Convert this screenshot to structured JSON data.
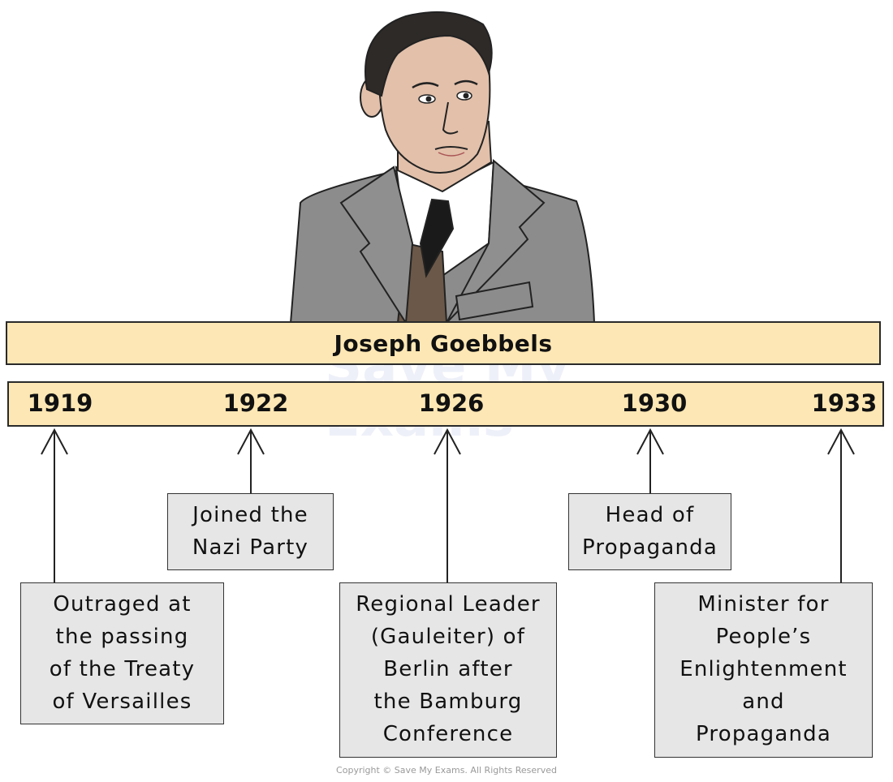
{
  "title": "Joseph Goebbels",
  "timeline": [
    {
      "year": "1919",
      "event": "Outraged at\nthe passing\nof the Treaty\nof Versailles"
    },
    {
      "year": "1922",
      "event": "Joined the\nNazi Party"
    },
    {
      "year": "1926",
      "event": "Regional Leader\n(Gauleiter) of\nBerlin after\nthe Bamburg\nConference"
    },
    {
      "year": "1930",
      "event": "Head of\nPropaganda"
    },
    {
      "year": "1933",
      "event": "Minister for\nPeople’s\nEnlightenment\nand\nPropaganda"
    }
  ],
  "watermark": "Save My\nExams",
  "copyright": "Copyright © Save My Exams. All Rights Reserved",
  "colors": {
    "bar_fill": "#fde7b4",
    "event_box_fill": "#e6e6e6",
    "suit": "#8c8c8c",
    "skin": "#e2c0aa",
    "hair": "#2e2a28"
  }
}
